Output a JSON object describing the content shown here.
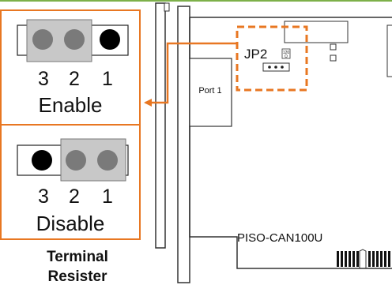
{
  "panels": {
    "enable": {
      "numbers": [
        "3",
        "2",
        "1"
      ],
      "label": "Enable",
      "pins": [
        "gray",
        "gray",
        "black"
      ]
    },
    "disable": {
      "numbers": [
        "3",
        "2",
        "1"
      ],
      "label": "Disable",
      "pins": [
        "black",
        "gray",
        "gray"
      ]
    }
  },
  "caption": {
    "line1": "Terminal",
    "line2": "Resister"
  },
  "board": {
    "jumper_label": "JP2",
    "jumper_side_labels": [
      "120",
      "Ω"
    ],
    "port_label": "Port 1",
    "model_label": "PISO-CAN100U"
  },
  "colors": {
    "accent_orange": "#e87722",
    "jumper_cap": "#c8c8c8",
    "pin_gray": "#7a7a7a",
    "pin_black": "#000000",
    "board_line": "#333333"
  },
  "icons": {
    "arrow": "arrow-left-icon",
    "jumper": "jumper-header-icon"
  }
}
